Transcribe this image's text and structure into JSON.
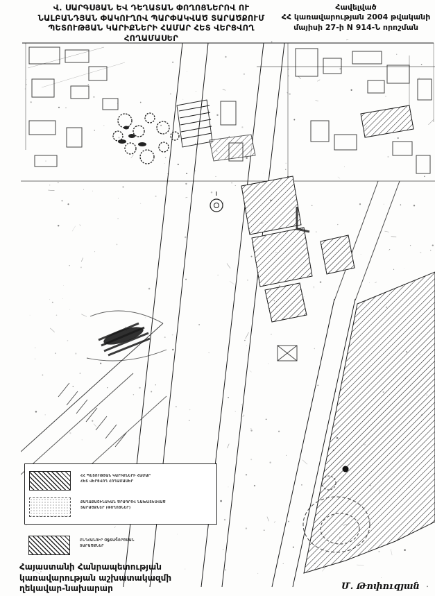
{
  "header": {
    "title_lines": [
      "Վ. ՍԱՐԳՍՅԱՆ ԵՎ ԴԵՂԱՏԱՆ ՓՈՂՈՑՆԵՐՈՎ ՈՒ",
      "ՆԱԼԲԱՆԴՅԱՆ ՓԱԿՈՒՂՈՎ ՊԱՐՓԱԿՎԱԾ ՏԱՐԱԾՔՈՒՄ",
      "ՊԵՏՈՒԹՅԱՆ ԿԱՐԻՔՆԵՐԻ ՀԱՄԱՐ ՀԵՏ ՎԵՐՑՎՈՂ",
      "ՀՈՂԱՄԱՍԵՐ"
    ],
    "annex": {
      "line1": "Հավելված",
      "line2": "ՀՀ կառավարության 2004 թվականի",
      "line3": "մայիսի 27-ի N 914-Ն որոշման"
    }
  },
  "legend": {
    "items": [
      {
        "style": "hatch",
        "lines": [
          "ՀՀ ՊԵՏՈՒԹՅԱՆ ԿԱՐԻՔՆԵՐԻ ՀԱՄԱՐ",
          "ՀԵՏ ՎԵՐՑՎՈՂ ՀՈՂԱՄԱՍԵՐ"
        ]
      },
      {
        "style": "dots",
        "lines": [
          "ՔԱՂԱՔԱՇԻՆԱԿԱՆ ԾՐԱԳՐՈՎ ՆԱԽԱՏԵՍՎԱԾ",
          "ՏԱՐԱԾՔՆԵՐ (ՓՈՂՈՑՆԵՐ)"
        ]
      },
      {
        "style": "hatch",
        "lines": [
          "ԸՆԴՀԱՆՈՒՐ ՕԳՏԱԳՈՐԾՄԱՆ",
          "ՏԱՐԱԾՔՆԵՐ"
        ]
      }
    ]
  },
  "footer": {
    "signature_block": [
      "Հայաստանի Հանրապետության",
      "կառավարության աշխատակազմի",
      "ղեկավար-նախարար"
    ],
    "signatory": "Մ. Թոփուզյան"
  },
  "colors": {
    "ink": "#1a1a1a",
    "paper": "#ffffff"
  }
}
